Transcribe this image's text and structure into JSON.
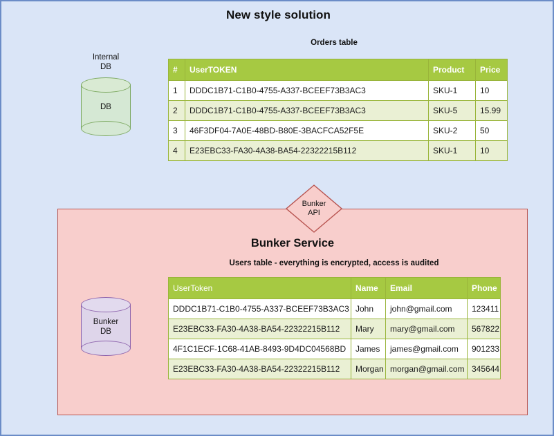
{
  "diagram": {
    "title": "New style solution",
    "canvas_bg": "#dae5f7",
    "canvas_border": "#6b8cc7"
  },
  "internal_db": {
    "caption": "Internal\nDB",
    "label": "DB",
    "fill": "#d5e8d4",
    "stroke": "#7ba85f"
  },
  "bunker_db": {
    "label": "Bunker\nDB",
    "fill": "#ded5ea",
    "stroke": "#8d64ad"
  },
  "bunker_api": {
    "label": "Bunker\nAPI",
    "fill": "#f8cecc",
    "stroke": "#b85450"
  },
  "bunker_service": {
    "title": "Bunker Service",
    "fill": "#f8cecc",
    "stroke": "#b85450"
  },
  "orders_table": {
    "caption": "Orders table",
    "header_bg": "#a6c942",
    "headers": [
      "#",
      "UserTOKEN",
      "Product",
      "Price"
    ],
    "rows": [
      [
        "1",
        "DDDC1B71-C1B0-4755-A337-BCEEF73B3AC3",
        "SKU-1",
        "10"
      ],
      [
        "2",
        "DDDC1B71-C1B0-4755-A337-BCEEF73B3AC3",
        "SKU-5",
        "15.99"
      ],
      [
        "3",
        "46F3DF04-7A0E-48BD-B80E-3BACFCA52F5E",
        "SKU-2",
        "50"
      ],
      [
        "4",
        "E23EBC33-FA30-4A38-BA54-22322215B112",
        "SKU-1",
        "10"
      ]
    ]
  },
  "users_table": {
    "caption": "Users table - everything is encrypted, access is audited",
    "header_bg": "#a6c942",
    "headers": [
      "UserToken",
      "Name",
      "Email",
      "Phone"
    ],
    "rows": [
      [
        "DDDC1B71-C1B0-4755-A337-BCEEF73B3AC3",
        "John",
        "john@gmail.com",
        "123411"
      ],
      [
        "E23EBC33-FA30-4A38-BA54-22322215B112",
        "Mary",
        "mary@gmail.com",
        "567822"
      ],
      [
        "4F1C1ECF-1C68-41AB-8493-9D4DC04568BD",
        "James",
        "james@gmail.com",
        "901233"
      ],
      [
        "E23EBC33-FA30-4A38-BA54-22322215B112",
        "Morgan",
        "morgan@gmail.com",
        "345644"
      ]
    ]
  }
}
